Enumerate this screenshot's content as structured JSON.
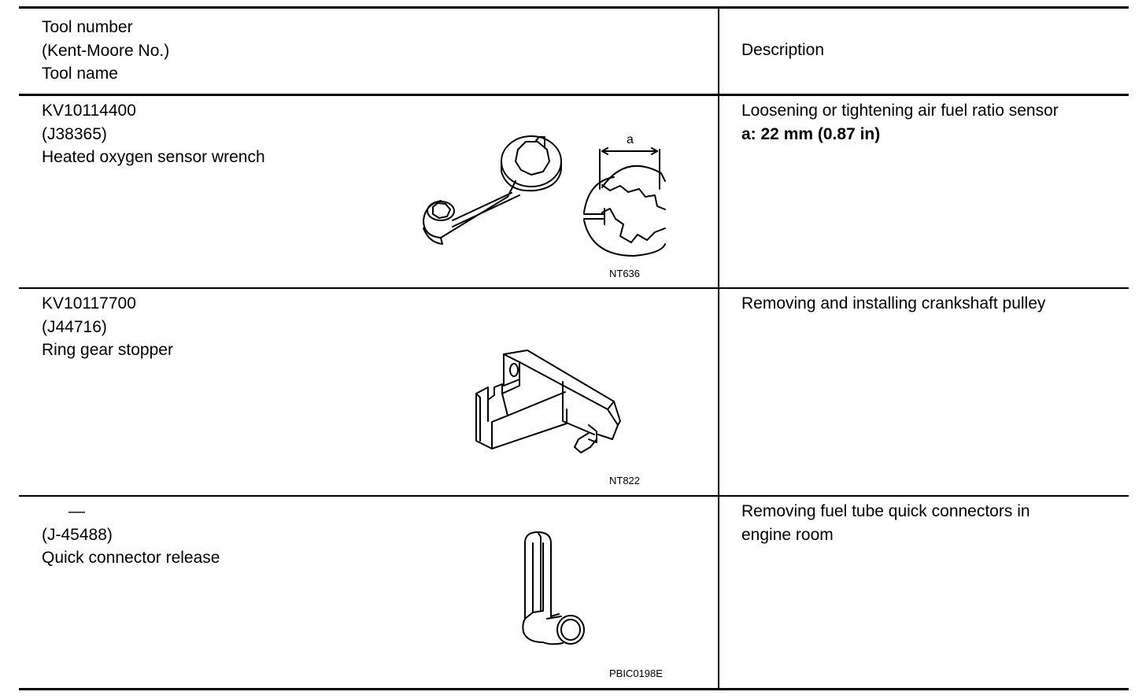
{
  "header": {
    "tool_col": [
      "Tool number",
      "(Kent-Moore No.)",
      "Tool name"
    ],
    "desc_col": "Description"
  },
  "rows": [
    {
      "tool_number": "KV10114400",
      "kent_moore": "(J38365)",
      "tool_name": "Heated oxygen sensor wrench",
      "description": "Loosening or tightening air fuel ratio sensor",
      "spec": "a: 22 mm (0.87 in)",
      "dim_label": "a",
      "figure_code": "NT636",
      "figure_icon": "oxygen-sensor-wrench-icon"
    },
    {
      "tool_number": "KV10117700",
      "kent_moore": "(J44716)",
      "tool_name": "Ring gear stopper",
      "description": "Removing and installing crankshaft pulley",
      "figure_code": "NT822",
      "figure_icon": "ring-gear-stopper-icon"
    },
    {
      "tool_number": "—",
      "kent_moore": "(J-45488)",
      "tool_name": "Quick connector release",
      "description_lines": [
        "Removing fuel tube quick connectors in",
        "engine room"
      ],
      "figure_code": "PBIC0198E",
      "figure_icon": "quick-connector-release-icon"
    }
  ]
}
